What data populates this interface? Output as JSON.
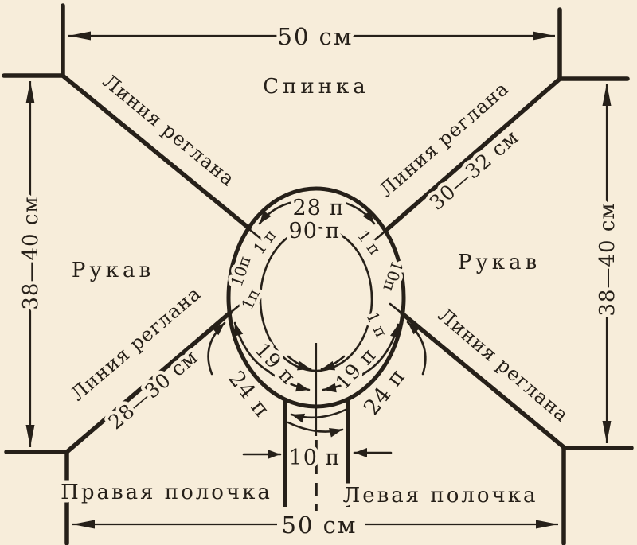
{
  "diagram": {
    "background": "#f7edda",
    "ink": "#262019",
    "pieces": {
      "back": "Спинка",
      "sleeve_left": "Рукав",
      "sleeve_right": "Рукав",
      "front_right": "Правая полочка",
      "front_left": "Левая полочка"
    },
    "raglan": {
      "top_left": "Линия реглана",
      "top_right": "Линия реглана",
      "bottom_left": "Линия реглана",
      "bottom_right": "Линия реглана"
    },
    "measurements": {
      "top_width": "50 см",
      "bottom_width": "50 см",
      "left_height": "38—40 см",
      "right_height": "38—40 см",
      "raglan_upper_right": "30—32 см",
      "raglan_lower_left": "28—30 см"
    },
    "stitches": {
      "back_neck": "28 п",
      "neck_total": "90 п",
      "raglan_upper_left": "1 п",
      "raglan_upper_right": "1 п",
      "sleeve_left": "10п",
      "sleeve_right": "10п",
      "raglan_lower_left": "1п",
      "raglan_lower_right": "1 п",
      "front_neck_left": "19 п",
      "front_neck_right": "19 п",
      "front_rows_left": "24 п",
      "front_rows_right": "24 п",
      "front_band": "10 п"
    }
  }
}
